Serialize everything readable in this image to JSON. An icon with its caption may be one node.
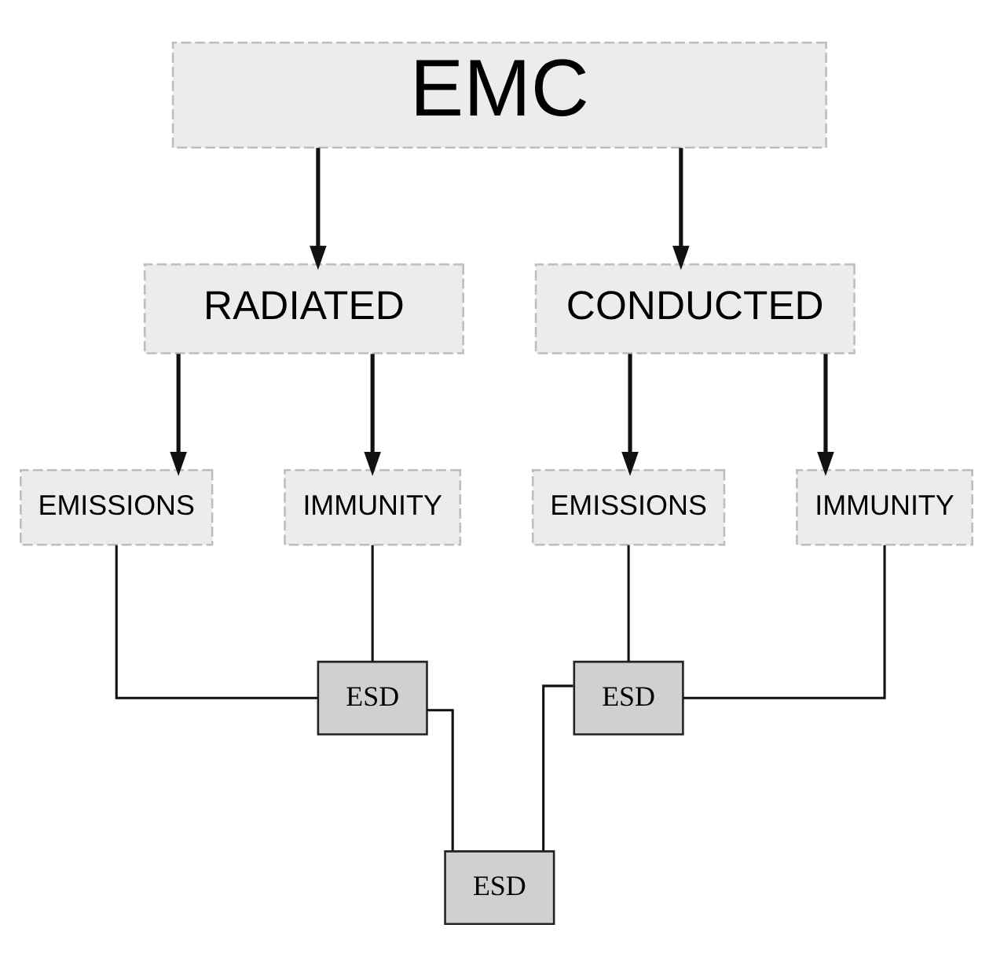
{
  "diagram": {
    "nodes": [
      {
        "text": [
          "EMC"
        ]
      },
      {
        "text": [
          "RADIATED"
        ]
      },
      {
        "text": [
          "CONDUCTED"
        ]
      },
      {
        "text": [
          "EMISSIONS"
        ]
      },
      {
        "text": [
          "IMMUNITY"
        ]
      },
      {
        "text": [
          "EMISSIONS"
        ]
      },
      {
        "text": [
          "IMMUNITY"
        ]
      },
      {
        "text": [
          "ESD"
        ]
      },
      {
        "text": [
          "ESD"
        ]
      },
      {
        "text": [
          "ESD"
        ]
      }
    ],
    "edges": [
      {
        "from": 0,
        "to": 1,
        "arrow": "to"
      },
      {
        "from": 0,
        "to": 2,
        "arrow": "to"
      },
      {
        "from": 1,
        "to": 3,
        "arrow": "to"
      },
      {
        "from": 1,
        "to": 4,
        "arrow": "to"
      },
      {
        "from": 2,
        "to": 5,
        "arrow": "to"
      },
      {
        "from": 2,
        "to": 6,
        "arrow": "to"
      },
      {
        "from": 3,
        "to": 7,
        "arrow": "none"
      },
      {
        "from": 4,
        "to": 7,
        "arrow": "none"
      },
      {
        "from": 5,
        "to": 8,
        "arrow": "none"
      },
      {
        "from": 6,
        "to": 8,
        "arrow": "none"
      },
      {
        "from": 7,
        "to": 9,
        "arrow": "none"
      },
      {
        "from": 8,
        "to": 9,
        "arrow": "none"
      }
    ]
  }
}
